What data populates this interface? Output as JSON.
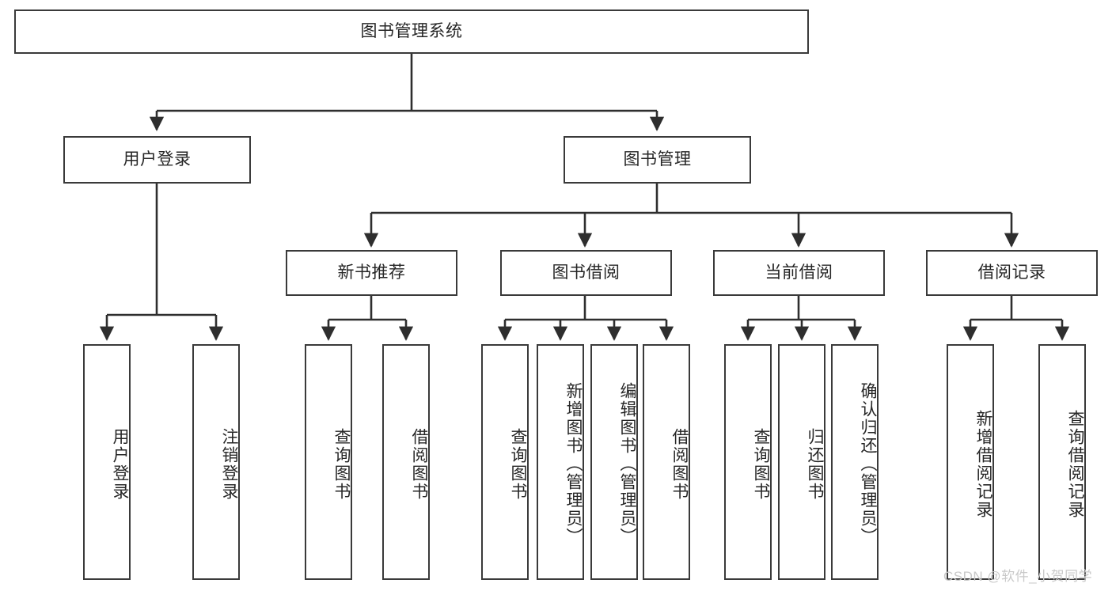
{
  "diagram": {
    "title": "图书管理系统",
    "type": "hierarchy-tree",
    "background_color": "#ffffff",
    "border_color": "#3a3a3a",
    "text_color": "#262626"
  },
  "nodes": {
    "root": {
      "label": "图书管理系统"
    },
    "level2": [
      {
        "label": "用户登录"
      },
      {
        "label": "图书管理"
      }
    ],
    "level3": [
      {
        "label": "新书推荐"
      },
      {
        "label": "图书借阅"
      },
      {
        "label": "当前借阅"
      },
      {
        "label": "借阅记录"
      }
    ],
    "leaves": {
      "user_login": [
        {
          "label": "用户登录"
        },
        {
          "label": "注销登录"
        }
      ],
      "new_book_recommend": [
        {
          "label": "查询图书"
        },
        {
          "label": "借阅图书"
        }
      ],
      "book_borrow": [
        {
          "label": "查询图书"
        },
        {
          "label": "新增图书（管理员）"
        },
        {
          "label": "编辑图书（管理员）"
        },
        {
          "label": "借阅图书"
        }
      ],
      "current_borrow": [
        {
          "label": "查询图书"
        },
        {
          "label": "归还图书"
        },
        {
          "label": "确认归还（管理员）"
        }
      ],
      "borrow_record": [
        {
          "label": "新增借阅记录"
        },
        {
          "label": "查询借阅记录"
        }
      ]
    }
  },
  "watermark": {
    "text": "CSDN @软件_小贺同学",
    "color": "#c9c9c9"
  }
}
